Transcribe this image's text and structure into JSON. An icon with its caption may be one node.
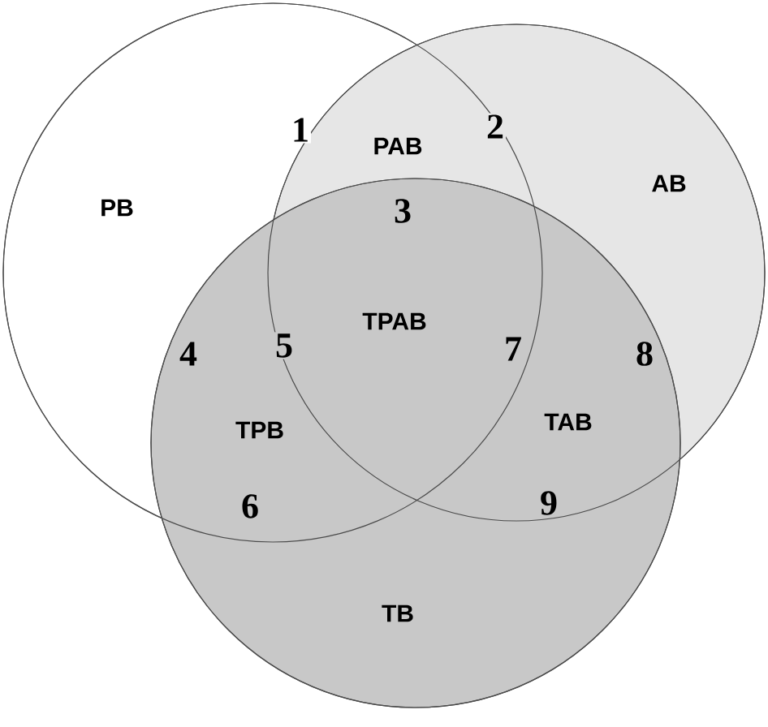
{
  "diagram": {
    "nodes": [
      {
        "text": [],
        "shape": "circle"
      },
      {
        "text": [],
        "shape": "circle"
      },
      {
        "text": [],
        "shape": "circle"
      }
    ],
    "labels": [
      "1",
      "PAB",
      "2",
      "PB",
      "AB",
      "3",
      "TPAB",
      "4",
      "5",
      "7",
      "8",
      "TPB",
      "TAB",
      "6",
      "9",
      "TB"
    ]
  }
}
